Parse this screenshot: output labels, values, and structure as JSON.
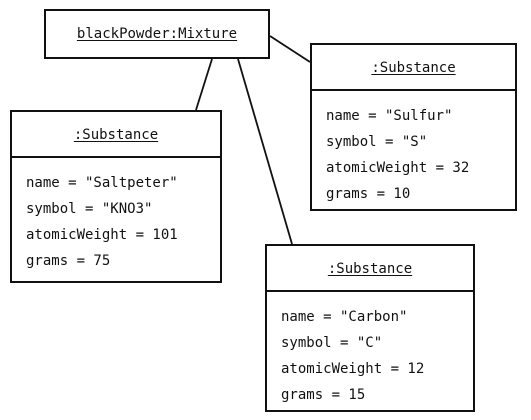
{
  "mixture": {
    "label": "blackPowder:Mixture"
  },
  "substances": [
    {
      "label": ":Substance",
      "attributes": [
        "name = \"Saltpeter\"",
        "symbol = \"KNO3\"",
        "atomicWeight = 101",
        "grams = 75"
      ]
    },
    {
      "label": ":Substance",
      "attributes": [
        "name = \"Sulfur\"",
        "symbol = \"S\"",
        "atomicWeight = 32",
        "grams = 10"
      ]
    },
    {
      "label": ":Substance",
      "attributes": [
        "name = \"Carbon\"",
        "symbol = \"C\"",
        "atomicWeight = 12",
        "grams = 15"
      ]
    }
  ]
}
